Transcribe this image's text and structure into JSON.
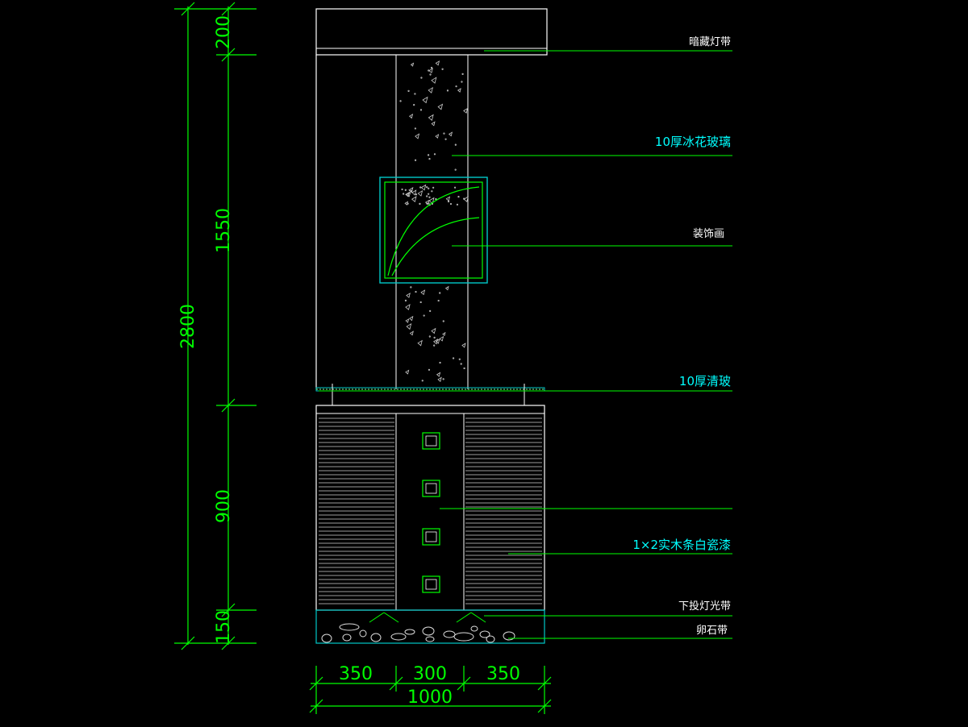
{
  "colors": {
    "background": "#000000",
    "dimension": "#00ff00",
    "outline": "#ffffff",
    "panel": "#00c8c8",
    "label_white": "#ffffff",
    "label_cyan": "#00ffff"
  },
  "dimensions": {
    "vertical": {
      "total": "2800",
      "top": "200",
      "middle": "1550",
      "lower": "900",
      "bottom": "150"
    },
    "horizontal": {
      "left": "350",
      "center": "300",
      "right": "350",
      "total": "1000"
    }
  },
  "labels": {
    "hidden_light_strip": "暗藏灯带",
    "frosted_glass": "10厚冰花玻璃",
    "decorative_painting": "装饰画",
    "clear_glass": "10厚清玻",
    "wood_strip_paint": "1×2实木条白瓷漆",
    "lower_light_strip": "下投灯光带",
    "pebble_strip": "卵石带"
  }
}
